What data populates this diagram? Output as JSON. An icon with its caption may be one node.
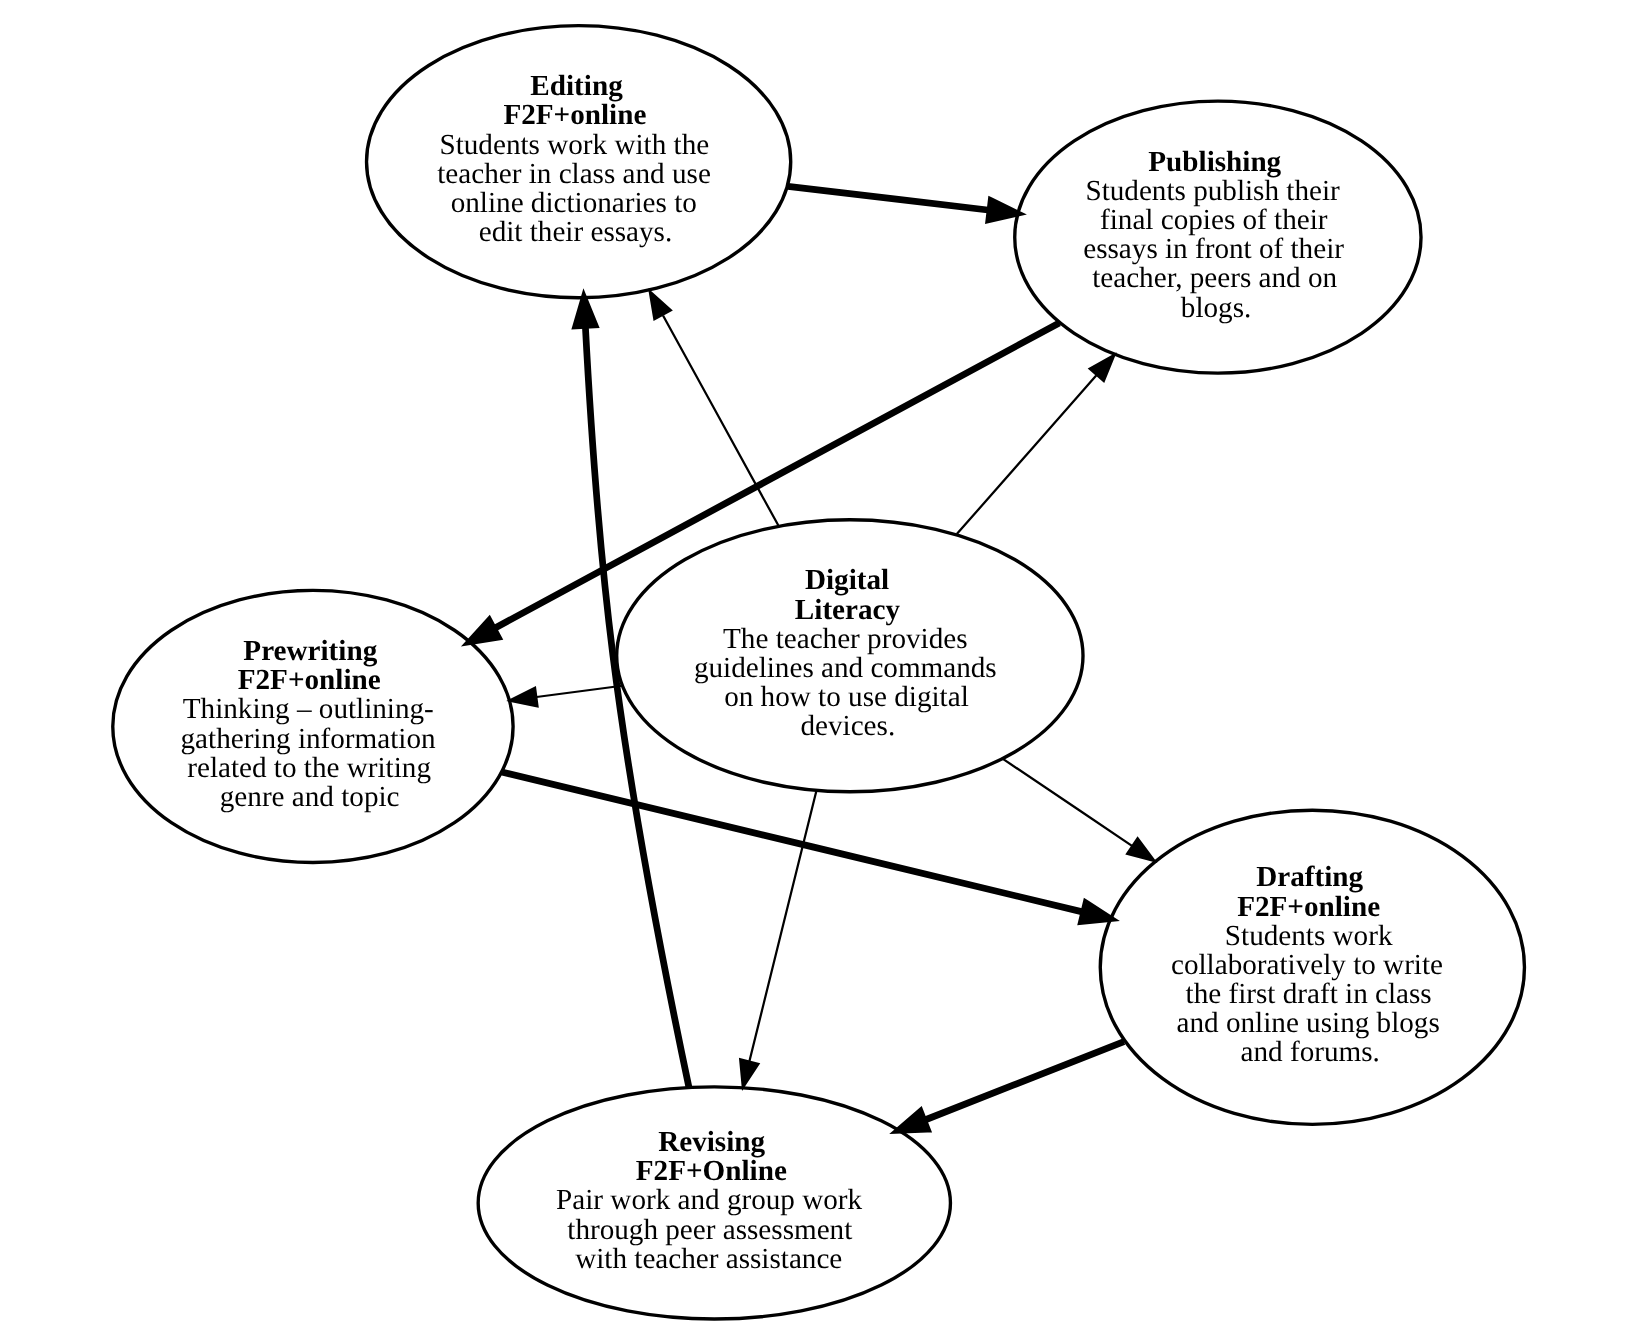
{
  "diagram": {
    "nodes": [
      {
        "text": [
          "Prewriting F2F+online",
          "Thinking – outlining- gathering information related to the writing genre and topic"
        ]
      },
      {
        "text": [
          "Drafting F2F+online",
          "Students work collaboratively to write the first draft in class and online using blogs and forums."
        ]
      },
      {
        "text": [
          "Revising F2F+Online",
          "Pair work and group work through peer assessment with teacher assistance"
        ]
      },
      {
        "text": [
          "Editing F2F+online",
          "Students work with the teacher in class and use online dictionaries to edit their essays."
        ]
      },
      {
        "text": [
          "Publishing",
          "Students publish their final copies of their essays in front of their teacher, peers and on blogs."
        ]
      },
      {
        "text": [
          "Digital Literacy",
          "The teacher provides guidelines and commands on how to use digital devices."
        ]
      }
    ],
    "edges": [
      {
        "from": 0,
        "to": 1,
        "arrow": "to",
        "style": "thick"
      },
      {
        "from": 1,
        "to": 2,
        "arrow": "to",
        "style": "thick"
      },
      {
        "from": 2,
        "to": 3,
        "arrow": "to",
        "style": "thick"
      },
      {
        "from": 3,
        "to": 4,
        "arrow": "to",
        "style": "thick"
      },
      {
        "from": 4,
        "to": 0,
        "arrow": "to",
        "style": "thick"
      },
      {
        "from": 5,
        "to": 0,
        "arrow": "to"
      },
      {
        "from": 5,
        "to": 1,
        "arrow": "to"
      },
      {
        "from": 5,
        "to": 2,
        "arrow": "to"
      },
      {
        "from": 5,
        "to": 3,
        "arrow": "to"
      },
      {
        "from": 5,
        "to": 4,
        "arrow": "to"
      }
    ]
  }
}
